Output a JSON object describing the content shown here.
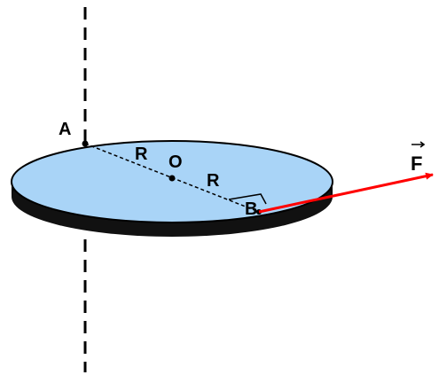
{
  "diagram": {
    "labels": {
      "point_a": "A",
      "point_o": "O",
      "point_b": "B",
      "radius_1": "R",
      "radius_2": "R",
      "force": "F"
    },
    "colors": {
      "disc_top": "#a9d4f7",
      "disc_side": "#000000",
      "force_arrow": "#ff0000",
      "axis": "#000000"
    }
  }
}
